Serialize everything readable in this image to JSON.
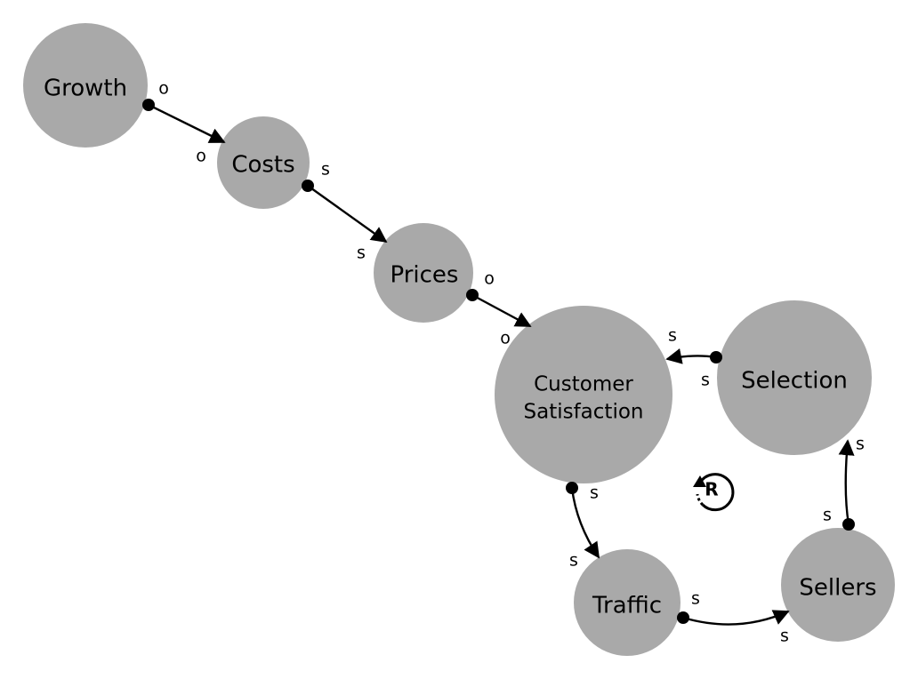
{
  "diagram": {
    "nodes": {
      "growth": "Growth",
      "costs": "Costs",
      "prices": "Prices",
      "customer_satisfaction": [
        "Customer",
        "Satisfaction"
      ],
      "selection": "Selection",
      "traffic": "Traffic",
      "sellers": "Sellers"
    },
    "edges": [
      {
        "from": "Growth",
        "to": "Costs",
        "source_polarity": "o",
        "target_polarity": "o"
      },
      {
        "from": "Costs",
        "to": "Prices",
        "source_polarity": "s",
        "target_polarity": "s"
      },
      {
        "from": "Prices",
        "to": "Customer Satisfaction",
        "source_polarity": "o",
        "target_polarity": "o"
      },
      {
        "from": "Selection",
        "to": "Customer Satisfaction",
        "source_polarity": "s",
        "target_polarity": "s"
      },
      {
        "from": "Customer Satisfaction",
        "to": "Traffic",
        "source_polarity": "s",
        "target_polarity": "s"
      },
      {
        "from": "Traffic",
        "to": "Sellers",
        "source_polarity": "s",
        "target_polarity": "s"
      },
      {
        "from": "Sellers",
        "to": "Selection",
        "source_polarity": "s",
        "target_polarity": "s"
      }
    ],
    "loop": {
      "letter": "R",
      "icon": "reinforcing-loop-icon"
    }
  }
}
